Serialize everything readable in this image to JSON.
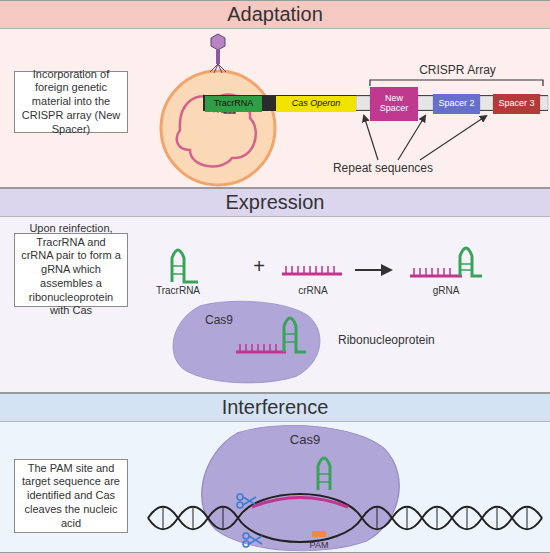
{
  "diagram": {
    "nodes": [
      {
        "text": [
          "Adaptation"
        ]
      },
      {
        "text": [
          "Incorporation of foreign genetic material into the CRISPR array (New Spacer)"
        ],
        "in": 0
      },
      {
        "text": [
          "TracrRNA"
        ],
        "in": 0
      },
      {
        "text": [
          "Cas Operon"
        ],
        "in": 0
      },
      {
        "text": [
          "New Spacer"
        ],
        "in": 0
      },
      {
        "text": [
          "Spacer 2"
        ],
        "in": 0
      },
      {
        "text": [
          "Spacer 3"
        ],
        "in": 0
      },
      {
        "text": [
          "Expression"
        ]
      },
      {
        "text": [
          "Upon reinfection, TracrRNA and crRNA pair to form a gRNA which assembles a ribonucleoprotein with Cas"
        ],
        "in": 7
      },
      {
        "text": [
          "Cas9"
        ],
        "in": 7
      },
      {
        "text": [
          "Interference"
        ]
      },
      {
        "text": [
          "The PAM site and target sequence are identified and Cas cleaves the nucleic acid"
        ],
        "in": 10
      },
      {
        "text": [
          "Cas9"
        ],
        "in": 10
      }
    ],
    "labels": [
      "CRISPR Array",
      "Repeat sequences",
      "TracrRNA",
      "+",
      "crRNA",
      "gRNA",
      "Ribonucleoprotein",
      "PAM"
    ]
  }
}
